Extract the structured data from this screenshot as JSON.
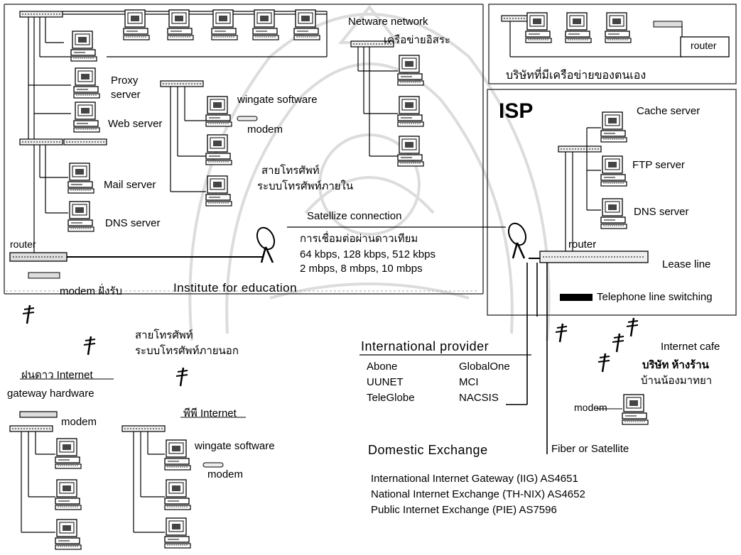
{
  "headings": {
    "netware_en": "Netware network",
    "netware_th": "เครือข่ายอิสระ",
    "company_network": "บริษัทที่มีเครือข่ายของตนเอง",
    "isp": "ISP",
    "institute": "Institute for education",
    "intl_provider": "International provider",
    "domestic_exchange": "Domestic Exchange"
  },
  "labels": {
    "proxy": "Proxy server",
    "web": "Web server",
    "mail": "Mail server",
    "dns_left": "DNS server",
    "wingate_top": "wingate software",
    "modem_top": "modem",
    "internal_line_1": "สายโทรศัพท์",
    "internal_line_2": "ระบบโทรศัพท์ภายใน",
    "router_left": "router",
    "modem_receive": "modem ฝั่งรับ",
    "satellite_conn": "Satellize connection",
    "satellite_th": "การเชื่อมต่อผ่านดาวเทียม",
    "speeds_1": "64 kbps, 128 kbps, 512 kbps",
    "speeds_2": "2 mbps, 8 mbps, 10 mbps",
    "router_company": "router",
    "cache": "Cache server",
    "ftp": "FTP server",
    "dns_isp": "DNS server",
    "router_isp": "router",
    "lease_line": "Lease line",
    "tel_switching": "Telephone line switching",
    "external_line_1": "สายโทรศัพท์",
    "external_line_2": "ระบบโทรศัพท์ภายนอก",
    "nuandao": "ฝนดาว Internet",
    "gateway_hw": "gateway hardware",
    "modem_gw": "modem",
    "phiphi": "พีพี Internet",
    "wingate_bottom": "wingate software",
    "modem_bottom": "modem",
    "internet_cafe": "Internet cafe",
    "company_shop": "บริษัท ห้างร้าน",
    "home": "บ้านน้องมาทยา",
    "modem_home": "modem",
    "fiber": "Fiber or Satellite"
  },
  "providers": [
    [
      "Abone",
      "GlobalOne"
    ],
    [
      "UUNET",
      "MCI"
    ],
    [
      "TeleGlobe",
      "NACSIS"
    ]
  ],
  "exchanges": [
    "International Internet Gateway (IIG) AS4651",
    "National Internet Exchange (TH-NIX) AS4652",
    "Public Internet Exchange (PIE) AS7596"
  ]
}
